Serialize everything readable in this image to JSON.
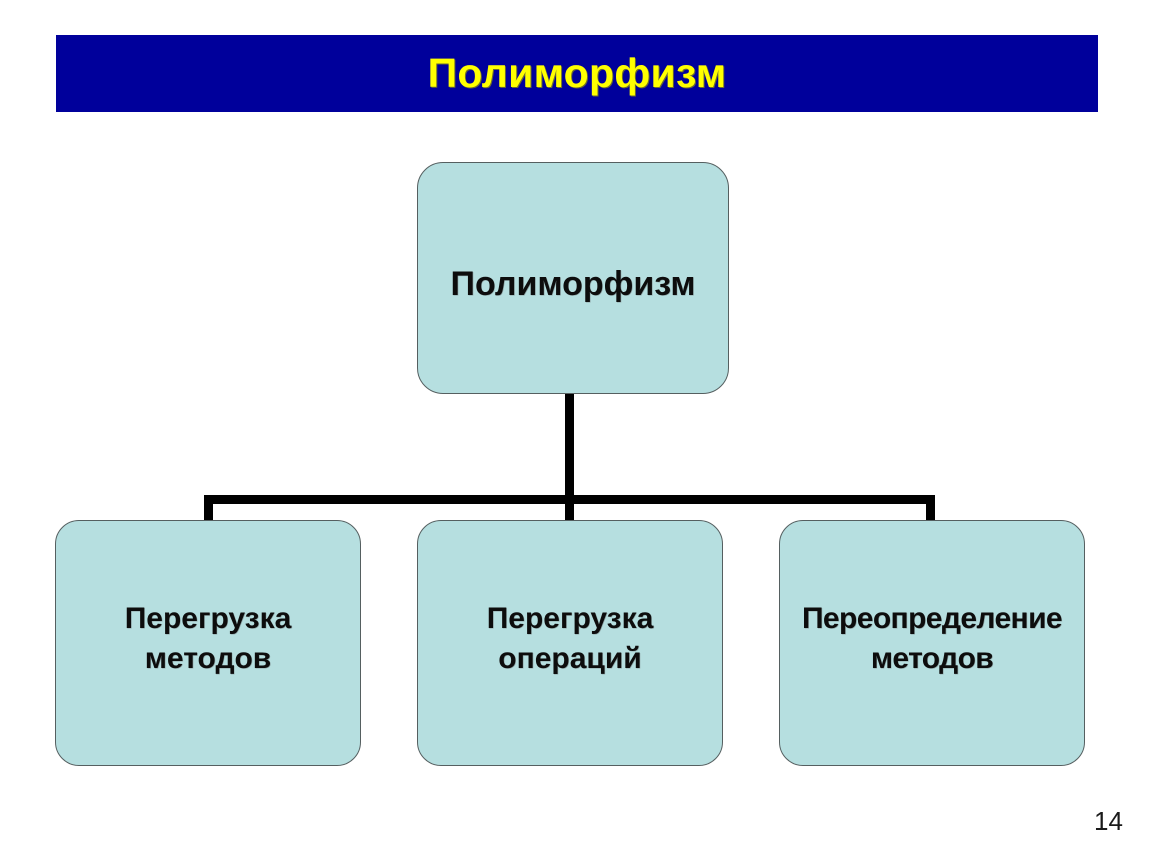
{
  "slide": {
    "title": "Полиморфизм",
    "page_number": "14",
    "colors": {
      "banner_background": "#00009b",
      "banner_text": "#ffff00",
      "node_fill": "#b6dfe0",
      "node_border": "#555f60",
      "node_text": "#0d0d0d",
      "connector": "#000000",
      "slide_background": "#ffffff"
    }
  },
  "diagram": {
    "type": "hierarchy",
    "root": {
      "label": "Полиморфизм"
    },
    "children": [
      {
        "label": "Перегрузка\nметодов"
      },
      {
        "label": "Перегрузка\nопераций"
      },
      {
        "label": "Переопределение\nметодов"
      }
    ]
  }
}
